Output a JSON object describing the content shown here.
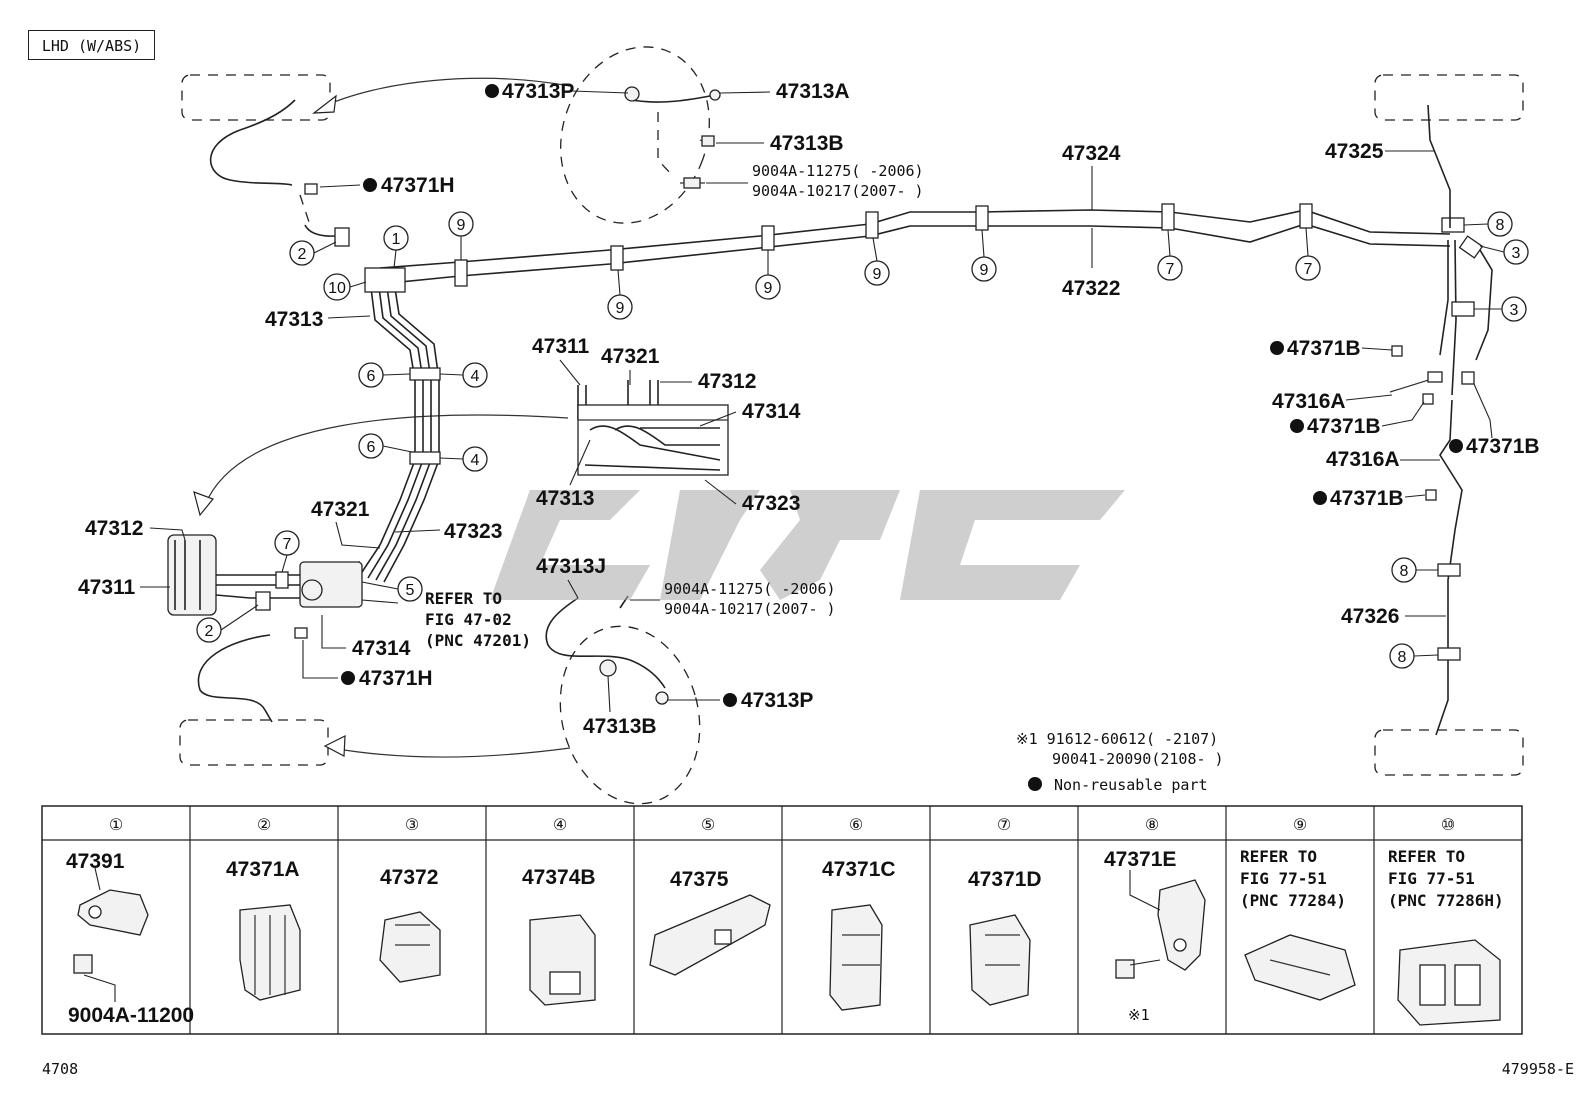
{
  "header": {
    "variant_tag": "LHD (W/ABS)"
  },
  "labels": {
    "p47313P_top": "47313P",
    "p47313A": "47313A",
    "p47313B_top": "47313B",
    "bolt_a_top": "9004A-11275(    -2006)",
    "bolt_b_top": "9004A-10217(2007-    )",
    "p47324": "47324",
    "p47325": "47325",
    "p47371H_top": "47371H",
    "p47313": "47313",
    "p47322": "47322",
    "p47311_inset": "47311",
    "p47321_inset": "47321",
    "p47312_inset": "47312",
    "p47314_inset": "47314",
    "p47313_inset": "47313",
    "p47323_inset": "47323",
    "p47312": "47312",
    "p47311": "47311",
    "p47321": "47321",
    "p47323": "47323",
    "p47314": "47314",
    "p47371H_bot": "47371H",
    "refer1": "REFER TO",
    "refer2": "FIG 47-02",
    "refer3": "(PNC 47201)",
    "p47313J": "47313J",
    "bolt_a_mid": "9004A-11275(    -2006)",
    "bolt_b_mid": "9004A-10217(2007-    )",
    "p47313B_bot": "47313B",
    "p47313P_bot": "47313P",
    "p47371B_1": "47371B",
    "p47316A_1": "47316A",
    "p47371B_2": "47371B",
    "p47371B_3": "47371B",
    "p47316A_2": "47316A",
    "p47371B_4": "47371B",
    "p47326": "47326",
    "note1": "※1 91612-60612(    -2107)",
    "note2": "90041-20090(2108-    )",
    "note3": "Non-reusable part"
  },
  "callouts": [
    "1",
    "2",
    "3",
    "4",
    "5",
    "6",
    "7",
    "8",
    "9",
    "10"
  ],
  "table": {
    "headers": [
      "①",
      "②",
      "③",
      "④",
      "⑤",
      "⑥",
      "⑦",
      "⑧",
      "⑨",
      "⑩"
    ],
    "cells": [
      {
        "part": "47391",
        "sub": "9004A-11200"
      },
      {
        "part": "47371A",
        "sub": ""
      },
      {
        "part": "47372",
        "sub": ""
      },
      {
        "part": "47374B",
        "sub": ""
      },
      {
        "part": "47375",
        "sub": ""
      },
      {
        "part": "47371C",
        "sub": ""
      },
      {
        "part": "47371D",
        "sub": ""
      },
      {
        "part": "47371E",
        "sub": "※1"
      },
      {
        "part": "REFER TO\nFIG 77-51\n(PNC 77284)",
        "sub": ""
      },
      {
        "part": "REFER TO\nFIG 77-51\n(PNC 77286H)",
        "sub": ""
      }
    ],
    "cell9_lines": [
      "REFER TO",
      "FIG 77-51",
      "(PNC 77284)"
    ],
    "cell10_lines": [
      "REFER TO",
      "FIG 77-51",
      "(PNC 77286H)"
    ]
  },
  "footer": {
    "left": "4708",
    "right": "479958-E"
  },
  "colors": {
    "ink": "#111111",
    "watermark": "#a8a8a8"
  }
}
